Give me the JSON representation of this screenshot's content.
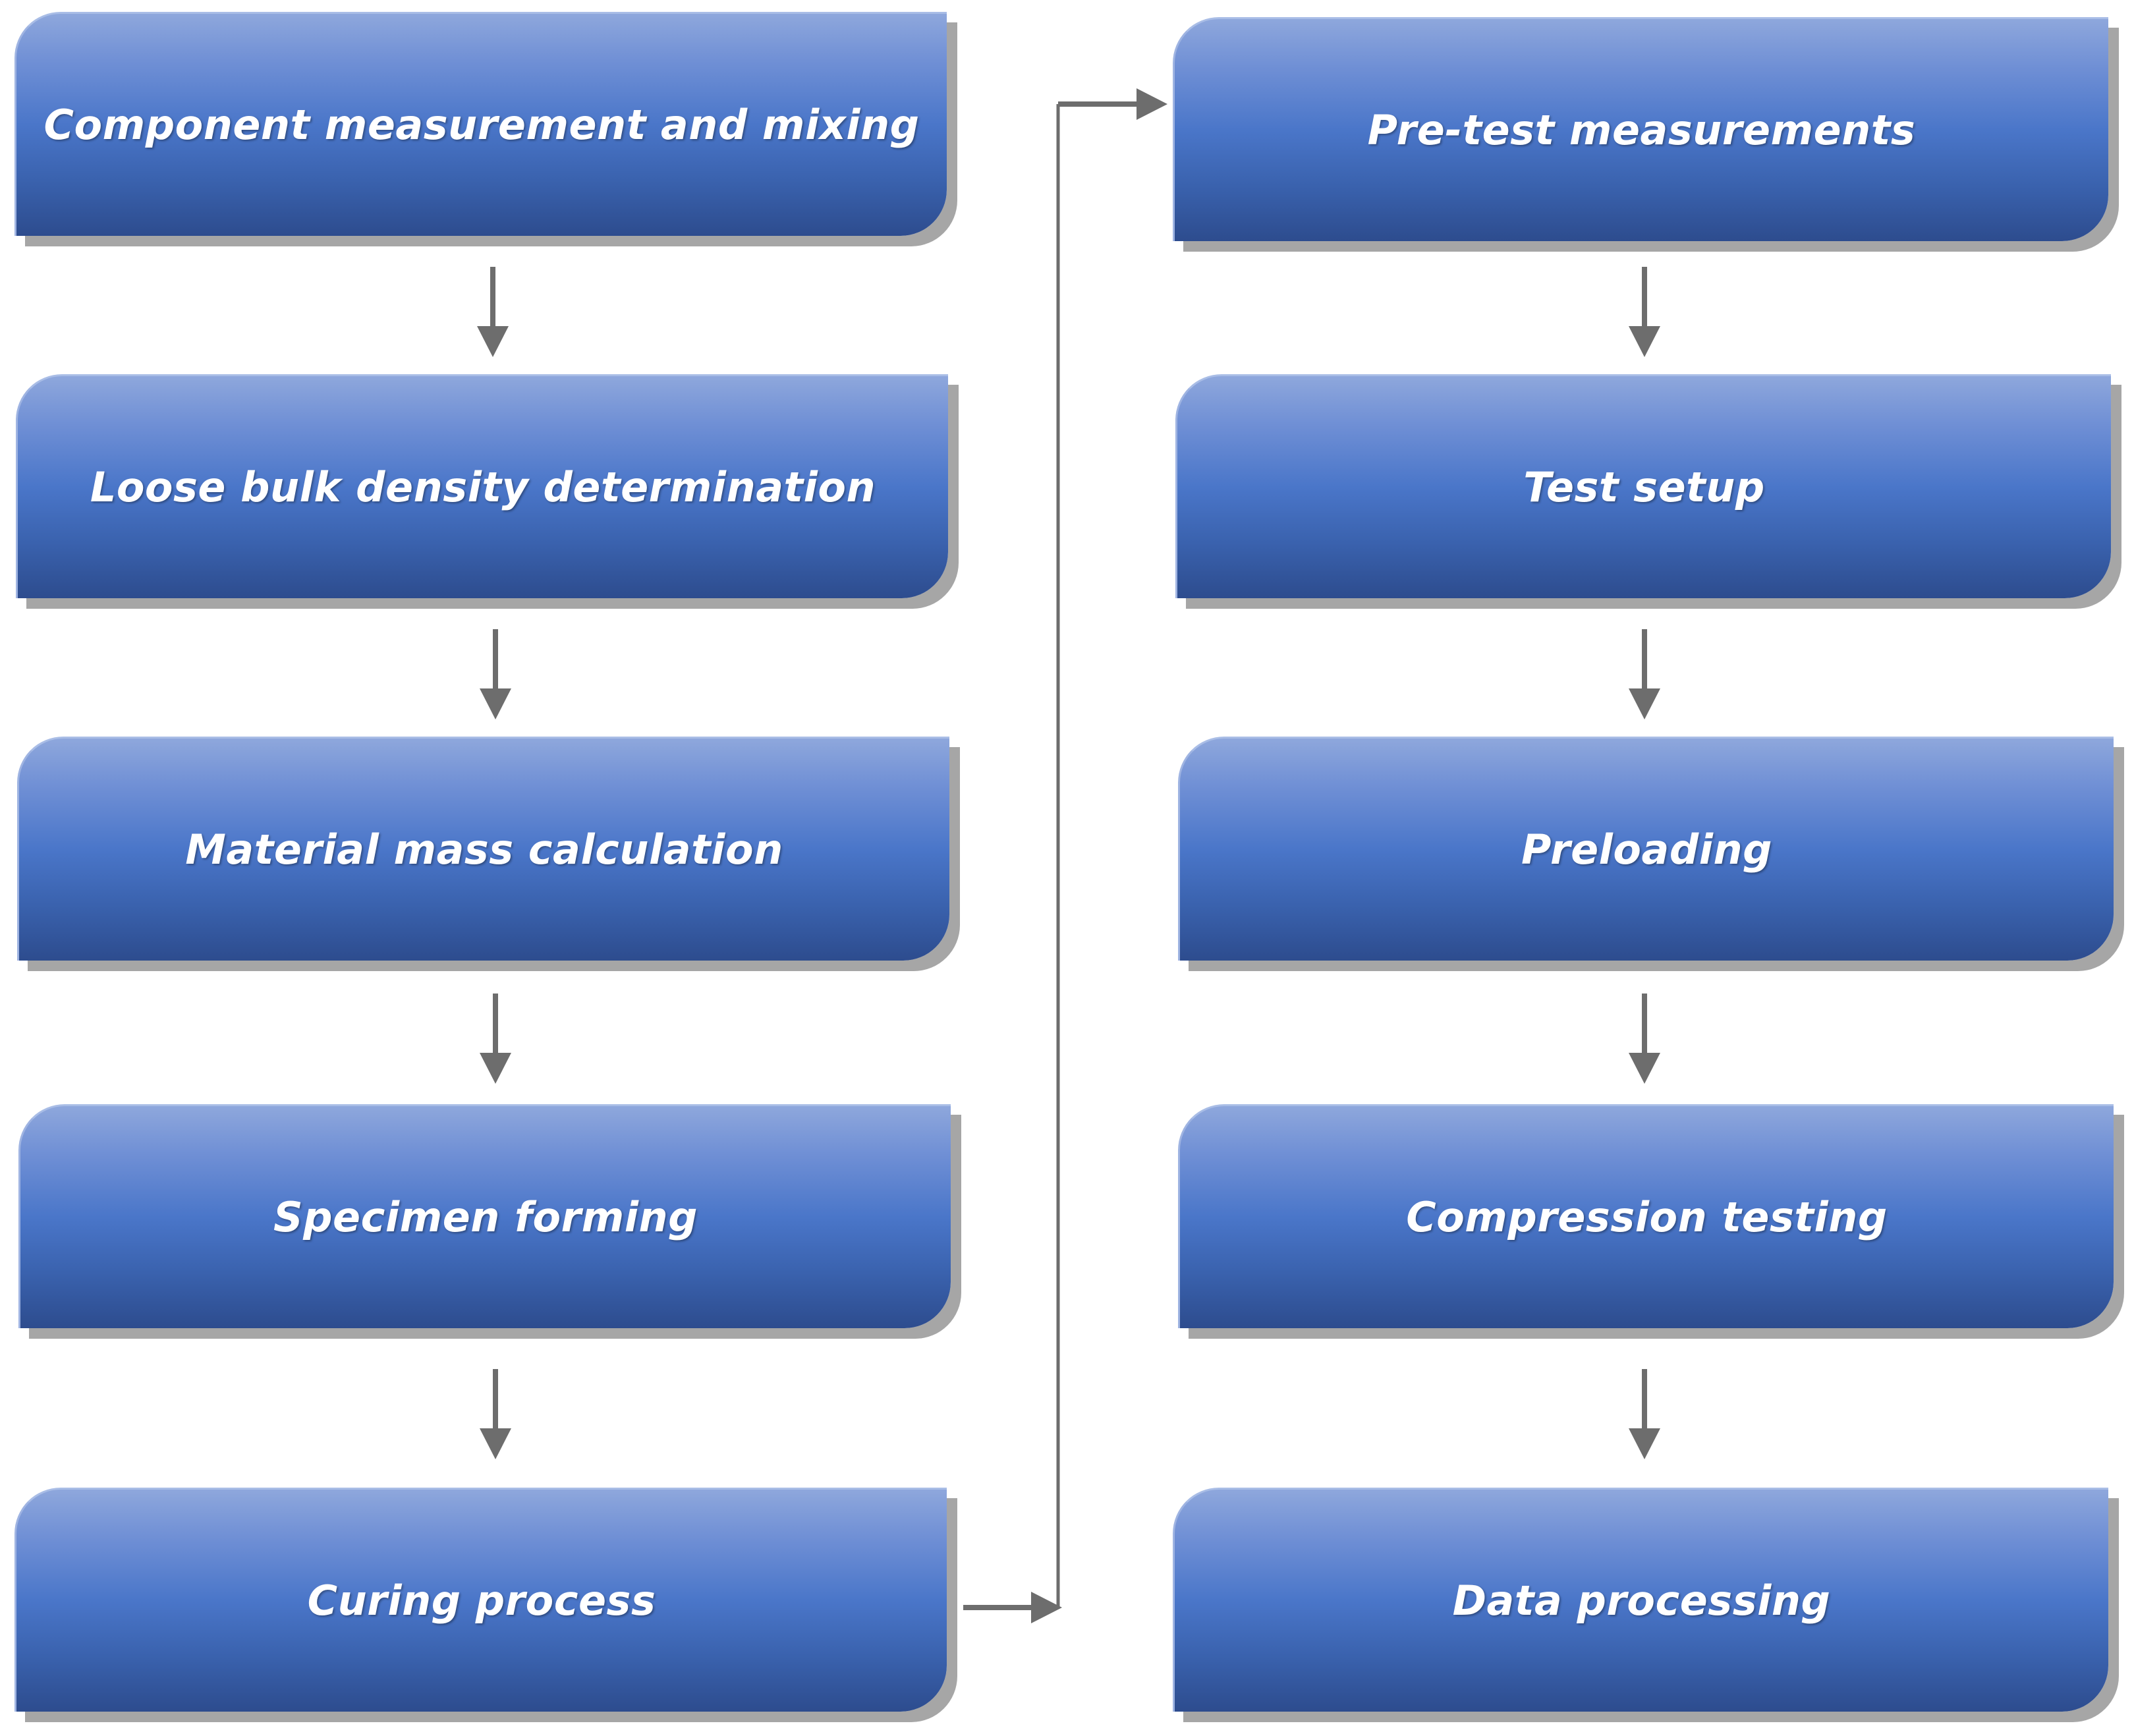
{
  "diagram": {
    "type": "flowchart",
    "colors": {
      "box_gradient_top": "#8ea7dc",
      "box_gradient_mid": "#4a76c9",
      "box_gradient_bottom": "#2d4c8e",
      "label_text": "#ffffff",
      "box_shadow": "#a6a6a6",
      "arrow": "#6d6d6d"
    },
    "left_column": [
      {
        "id": "step-1",
        "label": "Component measurement and mixing"
      },
      {
        "id": "step-2",
        "label": "Loose bulk density determination"
      },
      {
        "id": "step-3",
        "label": "Material mass calculation"
      },
      {
        "id": "step-4",
        "label": "Specimen forming"
      },
      {
        "id": "step-5",
        "label": "Curing process"
      }
    ],
    "right_column": [
      {
        "id": "step-6",
        "label": "Pre-test measurements"
      },
      {
        "id": "step-7",
        "label": "Test setup"
      },
      {
        "id": "step-8",
        "label": "Preloading"
      },
      {
        "id": "step-9",
        "label": "Compression testing"
      },
      {
        "id": "step-10",
        "label": "Data processing"
      }
    ],
    "edges": [
      {
        "from": "step-1",
        "to": "step-2"
      },
      {
        "from": "step-2",
        "to": "step-3"
      },
      {
        "from": "step-3",
        "to": "step-4"
      },
      {
        "from": "step-4",
        "to": "step-5"
      },
      {
        "from": "step-5",
        "to": "step-6"
      },
      {
        "from": "step-6",
        "to": "step-7"
      },
      {
        "from": "step-7",
        "to": "step-8"
      },
      {
        "from": "step-8",
        "to": "step-9"
      },
      {
        "from": "step-9",
        "to": "step-10"
      }
    ]
  }
}
